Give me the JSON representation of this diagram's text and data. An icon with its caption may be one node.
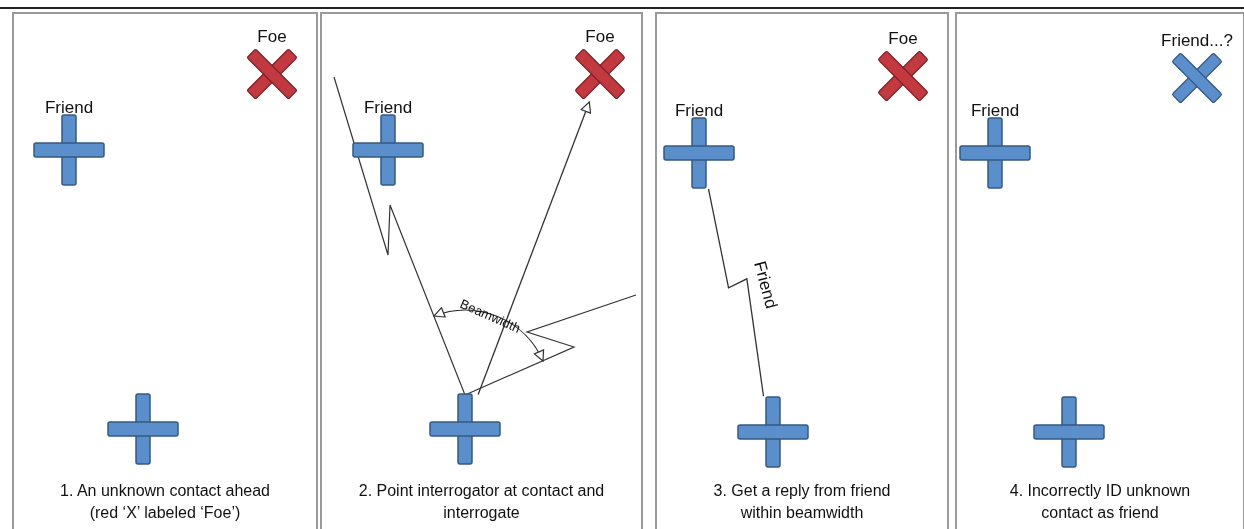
{
  "diagram": {
    "nodes": [
      {
        "text": [
          "1. An unknown contact ahead (red ‘X’ labeled ‘Foe’)"
        ]
      },
      {
        "text": [
          "Foe"
        ],
        "in": 0
      },
      {
        "text": [
          "Friend"
        ],
        "in": 0
      },
      {
        "text": [],
        "shape": "picture",
        "in": 0
      },
      {
        "text": [
          "2. Point interrogator at contact and interrogate"
        ]
      },
      {
        "text": [
          "Foe"
        ],
        "in": 4
      },
      {
        "text": [
          "Friend"
        ],
        "in": 4
      },
      {
        "text": [],
        "shape": "picture",
        "in": 4
      },
      {
        "text": [
          "3. Get a reply from friend within beamwidth"
        ]
      },
      {
        "text": [
          "Foe"
        ],
        "in": 8
      },
      {
        "text": [
          "Friend"
        ],
        "in": 8
      },
      {
        "text": [],
        "shape": "picture",
        "in": 8
      },
      {
        "text": [
          "4. Incorrectly ID unknown contact as friend"
        ]
      },
      {
        "text": [
          "Friend...?"
        ],
        "in": 12
      },
      {
        "text": [
          "Friend"
        ],
        "in": 12
      },
      {
        "text": [],
        "shape": "picture",
        "in": 12
      }
    ],
    "edges": [
      {
        "from": 7,
        "to": 5,
        "arrow": "to"
      },
      {
        "from": 10,
        "to": 11,
        "arrow": "none",
        "label": "Friend"
      }
    ],
    "labels": [
      "Beamwidth"
    ]
  }
}
